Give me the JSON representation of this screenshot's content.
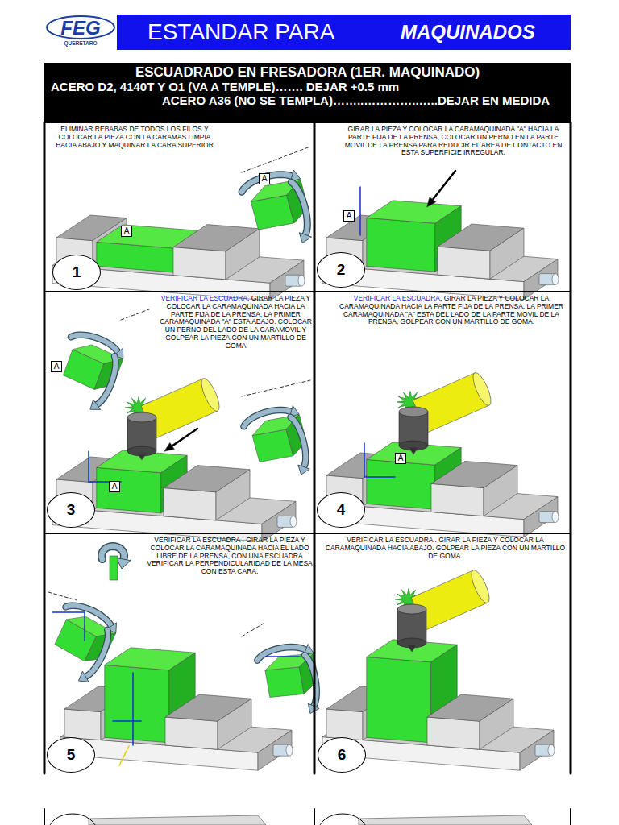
{
  "diagram": {
    "nodes": [
      {
        "text": [
          "FEG",
          "QUERETARO"
        ]
      },
      {
        "text": [
          "ESTANDAR PARA",
          "MAQUINADOS"
        ]
      },
      {
        "text": [
          "ESCUADRADO EN FRESADORA (1ER. MAQUINADO)",
          "ACERO D2, 4140T Y O1 (VA A TEMPLE)……. DEJAR +0.5 mm",
          "ACERO A36 (NO SE TEMPLA)……..…………..…..DEJAR EN MEDIDA"
        ]
      },
      {
        "text": [
          "ELIMINAR REBABAS DE TODOS LOS FILOS Y COLOCAR LA PIEZA CON LA CARAMAS LIMPIA HACIA ABAJO Y MAQUINAR LA CARA SUPERIOR"
        ]
      },
      {
        "text": [
          "1"
        ],
        "in": 3
      },
      {
        "text": [
          "GIRAR LA PIEZA Y COLOCAR LA CARAMAQUINADA \"A\" HACIA LA PARTE FIJA DE LA PRENSA, COLOCAR UN PERNO EN LA PARTE MOVIL DE LA PRENSA PARA REDUCIR EL AREA DE CONTACTO EN ESTA SUPERFICIE IRREGULAR."
        ]
      },
      {
        "text": [
          "2"
        ],
        "in": 5
      },
      {
        "text": [
          "VERIFICAR LA ESCUADRA",
          ". GIRAR LA PIEZA Y COLOCAR LA CARAMAQUINADA HACIA LA PARTE FIJA DE LA PRENSA, LA PRIMER CARAMAQUINADA \"A\" ESTA ABAJO. COLOCAR UN PERNO DEL LADO DE LA CARAMOVIL Y GOLPEAR LA PIEZA CON UN MARTILLO DE GOMA"
        ]
      },
      {
        "text": [
          "3"
        ],
        "in": 7
      },
      {
        "text": [
          "VERIFICAR LA ESCUADRA",
          ". GIRAR LA PIEZA Y COLOCAR LA CARAMAQUINADA HACIA LA PARTE FIJA DE LA PRENSA, LA PRIMER CARAMAQUINADA \"A\" ESTA DEL LADO DE LA PARTE MOVIL DE LA PRENSA, GOLPEAR CON UN MARTILLO DE GOMA."
        ]
      },
      {
        "text": [
          "4"
        ],
        "in": 9
      },
      {
        "text": [
          "VERIFICAR LA ESCUADRA . GIRAR LA PIEZA Y COLOCAR LA CARAMAQUINADA HACIA EL LADO LIBRE DE LA PRENSA, CON UNA ESCUADRA VERIFICAR LA PERPENDICULARIDAD DE LA MESA CON ESTA CARA."
        ]
      },
      {
        "text": [
          "5"
        ],
        "in": 11
      },
      {
        "text": [
          "VERIFICAR LA ESCUADRA . GIRAR LA PIEZA Y COLOCAR LA CARAMAQUINADA HACIA ABAJO. GOLPEAR LA PIEZA CON UN MARTILLO DE GOMA."
        ]
      },
      {
        "text": [
          "6"
        ],
        "in": 13
      }
    ],
    "labels": [
      "A",
      "A",
      "A",
      "A",
      "A",
      "A"
    ]
  }
}
